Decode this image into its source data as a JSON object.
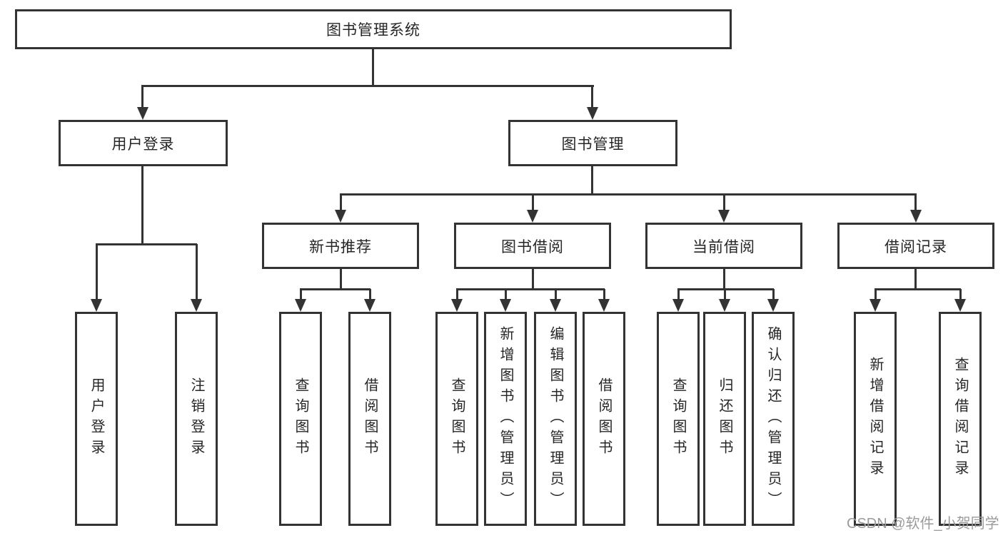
{
  "diagram": {
    "type": "hierarchy-tree",
    "line_color": "#333333",
    "text_color": "#262626",
    "background_color": "#ffffff"
  },
  "nodes": {
    "root": {
      "label": "图书管理系统"
    },
    "userLogin": {
      "label": "用户登录"
    },
    "bookMgmt": {
      "label": "图书管理"
    },
    "newBooks": {
      "label": "新书推荐"
    },
    "bookBorrow": {
      "label": "图书借阅"
    },
    "currentBorrow": {
      "label": "当前借阅"
    },
    "borrowRecords": {
      "label": "借阅记录"
    },
    "leafUserLogin": {
      "label": "用户登录"
    },
    "leafLogout": {
      "label": "注销登录"
    },
    "leafNbQuery": {
      "label": "查询图书"
    },
    "leafNbBorrow": {
      "label": "借阅图书"
    },
    "leafBbQuery": {
      "label": "查询图书"
    },
    "leafBbAdd": {
      "label": "新增图书（管理员）"
    },
    "leafBbEdit": {
      "label": "编辑图书（管理员）"
    },
    "leafBbBorrow": {
      "label": "借阅图书"
    },
    "leafCbQuery": {
      "label": "查询图书"
    },
    "leafCbReturn": {
      "label": "归还图书"
    },
    "leafCbConfirm": {
      "label": "确认归还（管理员）"
    },
    "leafBrAdd": {
      "label": "新增借阅记录"
    },
    "leafBrQuery": {
      "label": "查询借阅记录"
    }
  },
  "hierarchy": {
    "图书管理系统": {
      "用户登录": [
        "用户登录",
        "注销登录"
      ],
      "图书管理": {
        "新书推荐": [
          "查询图书",
          "借阅图书"
        ],
        "图书借阅": [
          "查询图书",
          "新增图书（管理员）",
          "编辑图书（管理员）",
          "借阅图书"
        ],
        "当前借阅": [
          "查询图书",
          "归还图书",
          "确认归还（管理员）"
        ],
        "借阅记录": [
          "新增借阅记录",
          "查询借阅记录"
        ]
      }
    }
  },
  "watermark": {
    "text": "CSDN @软件_小贺同学",
    "color": "#9b9b9b"
  }
}
